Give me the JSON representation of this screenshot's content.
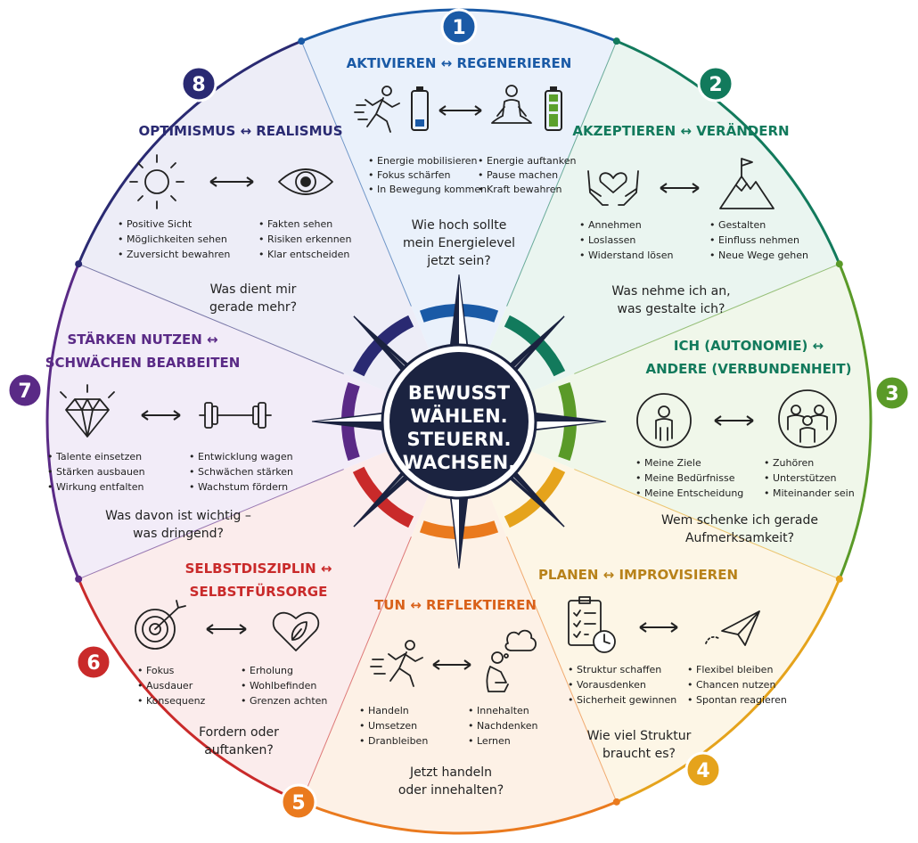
{
  "center": {
    "lines": [
      "BEWUSST",
      "WÄHLEN.",
      "STEUERN.",
      "WACHSEN."
    ]
  },
  "segments": [
    {
      "number": "1",
      "color": "#1a5aa6",
      "title": [
        "AKTIVIEREN ↔ REGENERIEREN"
      ],
      "left_icons": [
        "running-icon",
        "battery-low-icon"
      ],
      "right_icons": [
        "meditation-icon",
        "battery-full-icon"
      ],
      "left_bullets": [
        "Energie mobilisieren",
        "Fokus schärfen",
        "In Bewegung kommen"
      ],
      "right_bullets": [
        "Energie auftanken",
        "Pause machen",
        "Kraft bewahren"
      ],
      "question": [
        "Wie hoch sollte",
        "mein Energielevel",
        "jetzt sein?"
      ]
    },
    {
      "number": "2",
      "color": "#127a5c",
      "title": [
        "AKZEPTIEREN ↔ VERÄNDERN"
      ],
      "left_icons": [
        "heart-hands-icon"
      ],
      "right_icons": [
        "mountain-flag-icon"
      ],
      "left_bullets": [
        "Annehmen",
        "Loslassen",
        "Widerstand lösen"
      ],
      "right_bullets": [
        "Gestalten",
        "Einfluss nehmen",
        "Neue Wege gehen"
      ],
      "question": [
        "Was nehme ich an,",
        "was gestalte ich?"
      ]
    },
    {
      "number": "3",
      "color": "#5a9a28",
      "title": [
        "ICH (AUTONOMIE) ↔",
        "ANDERE (VERBUNDENHEIT)"
      ],
      "left_icons": [
        "person-icon"
      ],
      "right_icons": [
        "group-icon"
      ],
      "left_bullets": [
        "Meine Ziele",
        "Meine Bedürfnisse",
        "Meine Entscheidung"
      ],
      "right_bullets": [
        "Zuhören",
        "Unterstützen",
        "Miteinander sein"
      ],
      "question": [
        "Wem schenke ich gerade",
        "Aufmerksamkeit?"
      ]
    },
    {
      "number": "4",
      "color": "#e5a31c",
      "title": [
        "PLANEN ↔ IMPROVISIEREN"
      ],
      "left_icons": [
        "checklist-clock-icon"
      ],
      "right_icons": [
        "paper-plane-icon"
      ],
      "left_bullets": [
        "Struktur schaffen",
        "Vorausdenken",
        "Sicherheit gewinnen"
      ],
      "right_bullets": [
        "Flexibel bleiben",
        "Chancen nutzen",
        "Spontan reagieren"
      ],
      "question": [
        "Wie viel Struktur",
        "braucht es?"
      ]
    },
    {
      "number": "5",
      "color": "#ea7a1e",
      "title": [
        "TUN ↔ REFLEKTIEREN"
      ],
      "left_icons": [
        "running-icon"
      ],
      "right_icons": [
        "thinking-person-icon"
      ],
      "left_bullets": [
        "Handeln",
        "Umsetzen",
        "Dranbleiben"
      ],
      "right_bullets": [
        "Innehalten",
        "Nachdenken",
        "Lernen"
      ],
      "question": [
        "Jetzt handeln",
        "oder innehalten?"
      ]
    },
    {
      "number": "6",
      "color": "#c92a2a",
      "title": [
        "SELBSTDISZIPLIN ↔",
        "SELBSTFÜRSORGE"
      ],
      "left_icons": [
        "target-icon"
      ],
      "right_icons": [
        "heart-leaf-icon"
      ],
      "left_bullets": [
        "Fokus",
        "Ausdauer",
        "Konsequenz"
      ],
      "right_bullets": [
        "Erholung",
        "Wohlbefinden",
        "Grenzen achten"
      ],
      "question": [
        "Fordern oder",
        "auftanken?"
      ]
    },
    {
      "number": "7",
      "color": "#5a2a86",
      "title": [
        "STÄRKEN NUTZEN ↔",
        "SCHWÄCHEN BEARBEITEN"
      ],
      "left_icons": [
        "diamond-icon"
      ],
      "right_icons": [
        "dumbbell-icon"
      ],
      "left_bullets": [
        "Talente einsetzen",
        "Stärken ausbauen",
        "Wirkung entfalten"
      ],
      "right_bullets": [
        "Entwicklung wagen",
        "Schwächen stärken",
        "Wachstum fördern"
      ],
      "question": [
        "Was davon ist wichtig –",
        "was dringend?"
      ]
    },
    {
      "number": "8",
      "color": "#2a2a72",
      "title": [
        "OPTIMISMUS ↔ REALISMUS"
      ],
      "left_icons": [
        "sun-icon"
      ],
      "right_icons": [
        "eye-icon"
      ],
      "left_bullets": [
        "Positive Sicht",
        "Möglichkeiten sehen",
        "Zuversicht bewahren"
      ],
      "right_bullets": [
        "Fakten sehen",
        "Risiken erkennen",
        "Klar entscheiden"
      ],
      "question": [
        "Was dient mir",
        "gerade mehr?"
      ]
    }
  ]
}
